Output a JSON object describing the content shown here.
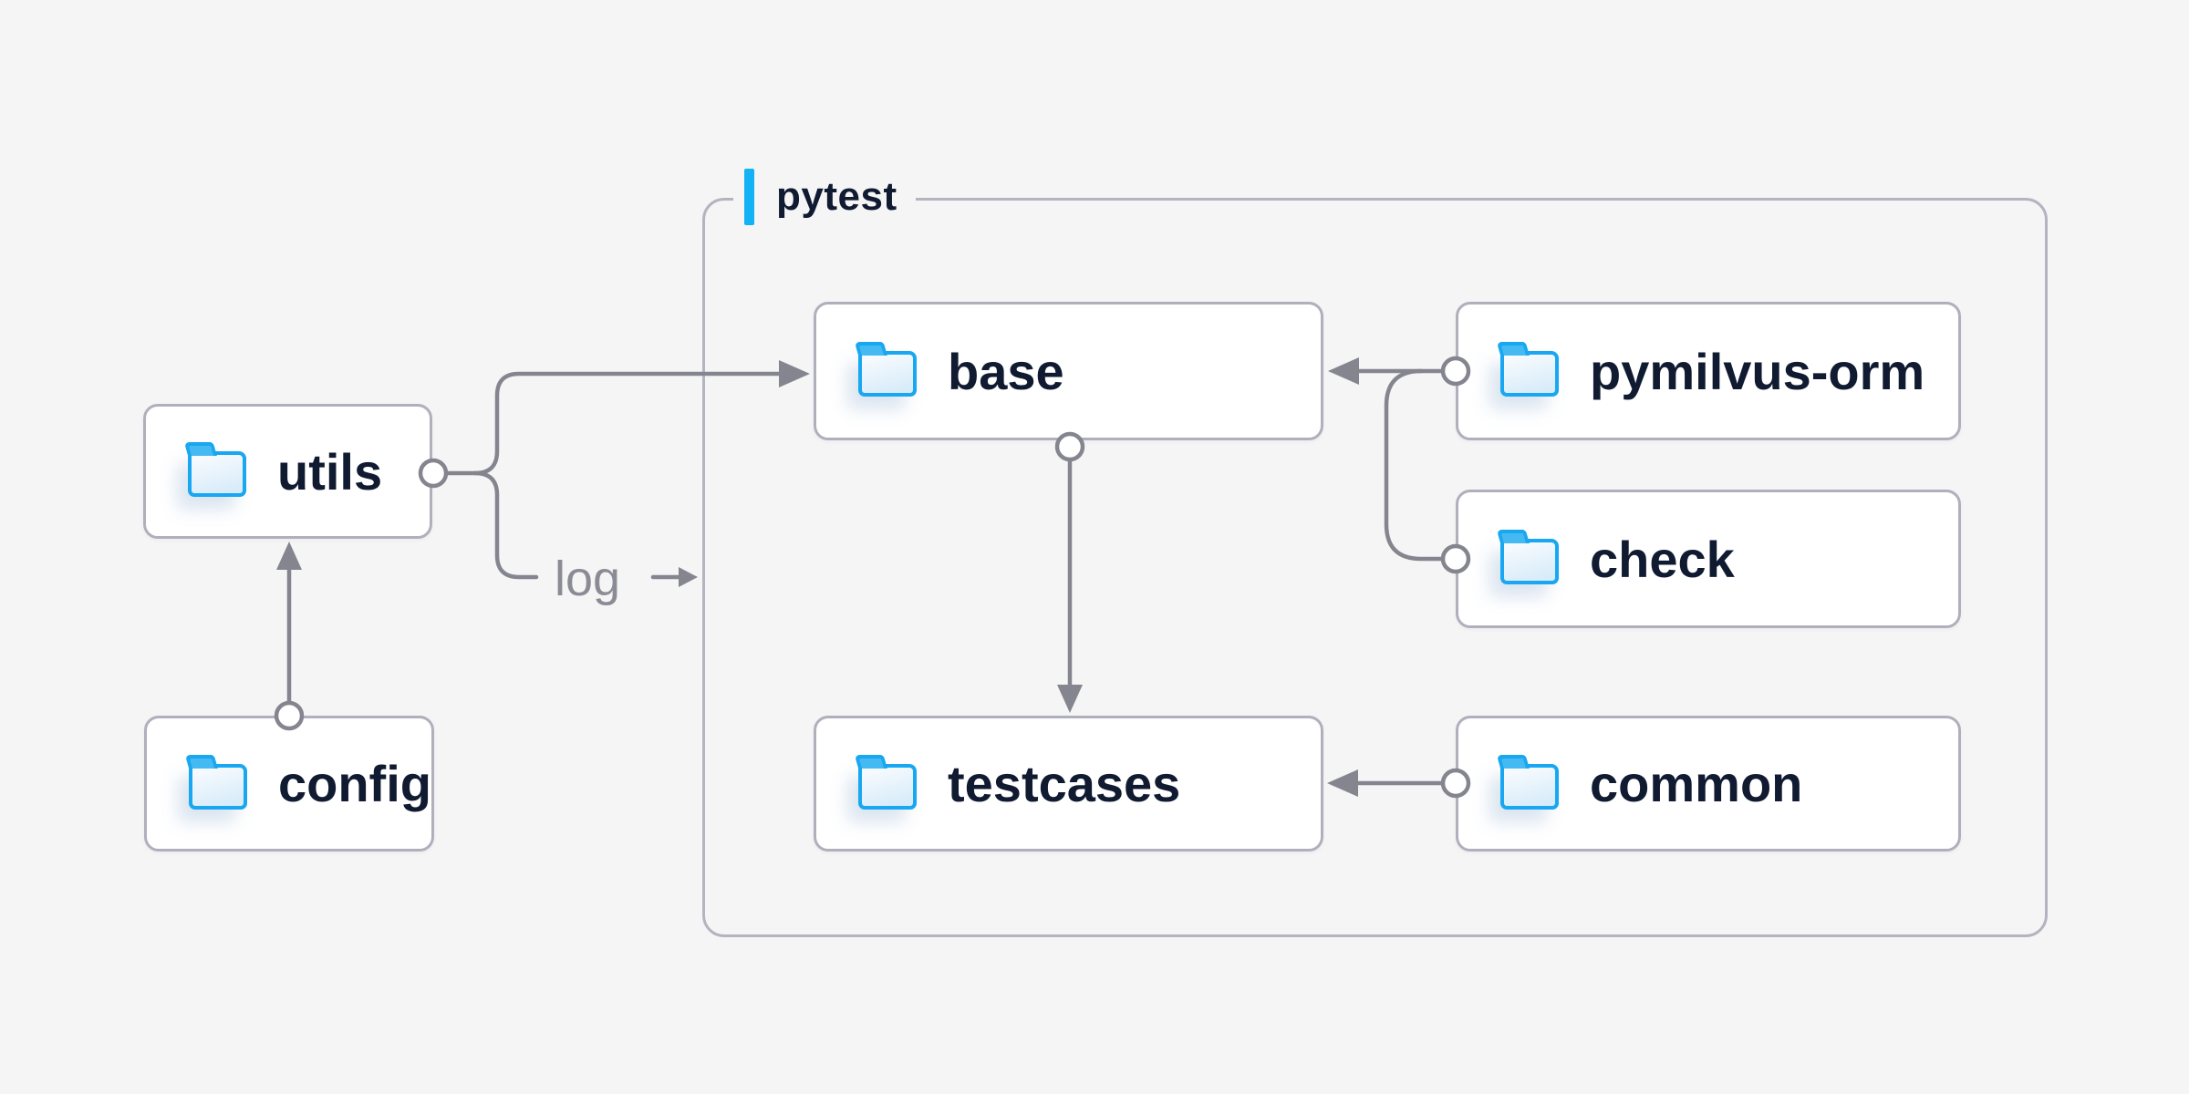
{
  "diagram": {
    "container": {
      "label": "pytest"
    },
    "nodes": {
      "utils": {
        "label": "utils",
        "icon": "folder-icon"
      },
      "config": {
        "label": "config",
        "icon": "folder-icon"
      },
      "base": {
        "label": "base",
        "icon": "folder-icon"
      },
      "testcases": {
        "label": "testcases",
        "icon": "folder-icon"
      },
      "pymilvus_orm": {
        "label": "pymilvus-orm",
        "icon": "folder-icon"
      },
      "check": {
        "label": "check",
        "icon": "folder-icon"
      },
      "common": {
        "label": "common",
        "icon": "folder-icon"
      }
    },
    "edges": [
      {
        "from": "config",
        "to": "utils",
        "style": "circle-to-arrow"
      },
      {
        "from": "utils",
        "to": "base",
        "style": "circle-to-arrow"
      },
      {
        "from": "utils",
        "to": "pytest",
        "label": "log",
        "style": "circle-to-arrow"
      },
      {
        "from": "base",
        "to": "testcases",
        "style": "circle-to-arrow"
      },
      {
        "from": "pymilvus-orm",
        "to": "base",
        "style": "circle-to-arrow"
      },
      {
        "from": "check",
        "to": "base",
        "style": "circle-to-arrow"
      },
      {
        "from": "common",
        "to": "testcases",
        "style": "circle-to-arrow"
      }
    ],
    "colors": {
      "background": "#f5f5f6",
      "node_background": "#ffffff",
      "node_border": "#afb0bb",
      "container_border": "#b3b4bf",
      "edge_line": "#85858f",
      "label_text": "#101b31",
      "muted_label_text": "#8b8b95",
      "accent_blue_bar": "#12b2f5",
      "folder_blue": "#18a7f0"
    }
  }
}
